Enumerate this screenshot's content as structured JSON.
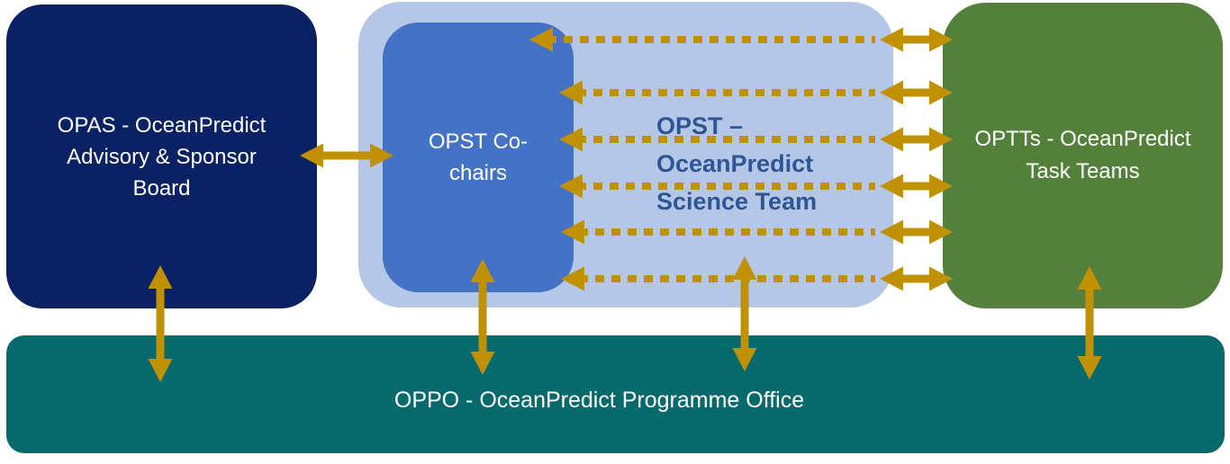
{
  "diagram": {
    "boxes": {
      "opas": {
        "lines": [
          "OPAS - OceanPredict",
          "Advisory & Sponsor",
          "Board"
        ]
      },
      "opst_cochairs": {
        "lines": [
          "OPST Co-",
          "chairs"
        ]
      },
      "opst_label": {
        "lines": [
          "OPST –",
          "OceanPredict",
          "Science Team"
        ]
      },
      "optts": {
        "lines": [
          "OPTTs - OceanPredict",
          "Task Teams"
        ]
      },
      "oppo": {
        "label": "OPPO - OceanPredict Programme Office"
      }
    },
    "colors": {
      "opas_navy": "#0A2163",
      "opst_inner_blue": "#4472C4",
      "opst_light_blue": "#B4C7E7",
      "opst_text_blue": "#2E5596",
      "optts_green": "#53813B",
      "oppo_teal": "#066A6D",
      "arrow_gold": "#C19104",
      "text_white": "#FFFFFF"
    }
  }
}
